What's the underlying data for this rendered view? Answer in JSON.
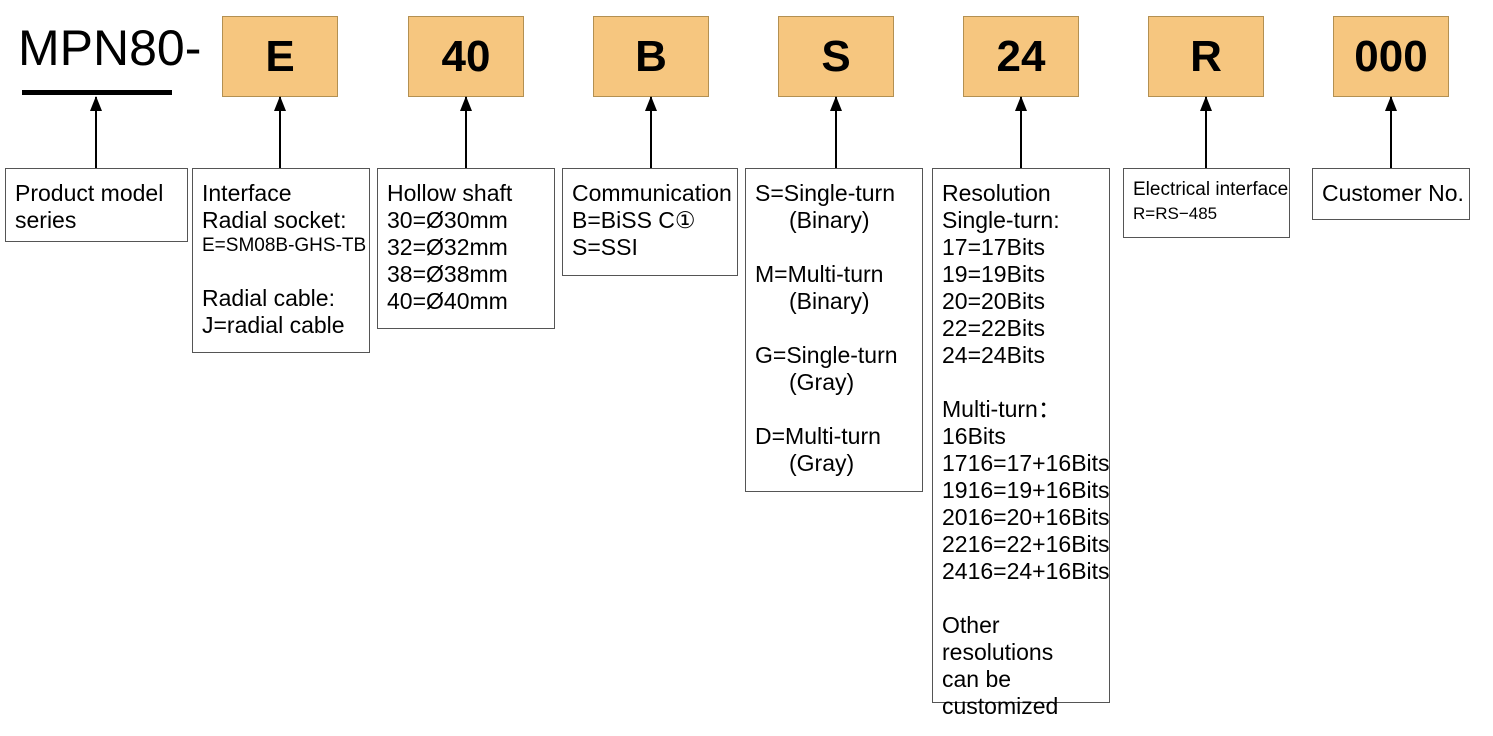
{
  "diagram": {
    "title_prefix": "MPN80-",
    "colors": {
      "code_box_fill": "#f6c67f",
      "code_box_border": "#b39052",
      "desc_box_border": "#555555",
      "text": "#000000"
    },
    "columns": [
      {
        "code": "MPN80-",
        "is_prefix": true,
        "desc_name": "product-model-series",
        "lines": [
          {
            "text": "Product model",
            "style": "normal"
          },
          {
            "text": "series",
            "style": "normal"
          }
        ]
      },
      {
        "code": "E",
        "desc_name": "interface",
        "lines": [
          {
            "text": "Interface",
            "style": "normal"
          },
          {
            "text": "Radial socket:",
            "style": "normal"
          },
          {
            "text": "E=SM08B-GHS-TB",
            "style": "sm"
          },
          {
            "text": "",
            "style": "blank"
          },
          {
            "text": "Radial cable:",
            "style": "normal"
          },
          {
            "text": "J=radial cable",
            "style": "normal"
          }
        ]
      },
      {
        "code": "40",
        "desc_name": "hollow-shaft",
        "lines": [
          {
            "text": "Hollow shaft",
            "style": "normal"
          },
          {
            "text": "30=Ø30mm",
            "style": "normal"
          },
          {
            "text": "32=Ø32mm",
            "style": "normal"
          },
          {
            "text": "38=Ø38mm",
            "style": "normal"
          },
          {
            "text": "40=Ø40mm",
            "style": "normal"
          }
        ]
      },
      {
        "code": "B",
        "desc_name": "communication",
        "lines": [
          {
            "text": "Communication",
            "style": "normal"
          },
          {
            "text": "B=BiSS C①",
            "style": "normal"
          },
          {
            "text": "S=SSI",
            "style": "normal"
          }
        ]
      },
      {
        "code": "S",
        "desc_name": "turn-type",
        "lines": [
          {
            "text": "S=Single-turn",
            "style": "normal"
          },
          {
            "text": "(Binary)",
            "style": "indent"
          },
          {
            "text": "",
            "style": "blank"
          },
          {
            "text": "M=Multi-turn",
            "style": "normal"
          },
          {
            "text": "(Binary)",
            "style": "indent"
          },
          {
            "text": "",
            "style": "blank"
          },
          {
            "text": "G=Single-turn",
            "style": "normal"
          },
          {
            "text": "(Gray)",
            "style": "indent"
          },
          {
            "text": "",
            "style": "blank"
          },
          {
            "text": "D=Multi-turn",
            "style": "normal"
          },
          {
            "text": "(Gray)",
            "style": "indent"
          }
        ]
      },
      {
        "code": "24",
        "desc_name": "resolution",
        "lines": [
          {
            "text": "Resolution",
            "style": "normal"
          },
          {
            "text": "Single-turn:",
            "style": "normal"
          },
          {
            "text": "17=17Bits",
            "style": "normal"
          },
          {
            "text": "19=19Bits",
            "style": "normal"
          },
          {
            "text": "20=20Bits",
            "style": "normal"
          },
          {
            "text": "22=22Bits",
            "style": "normal"
          },
          {
            "text": "24=24Bits",
            "style": "normal"
          },
          {
            "text": "",
            "style": "blank"
          },
          {
            "text": "Multi-turn：16Bits",
            "style": "normal"
          },
          {
            "text": "1716=17+16Bits",
            "style": "normal"
          },
          {
            "text": "1916=19+16Bits",
            "style": "normal"
          },
          {
            "text": "2016=20+16Bits",
            "style": "normal"
          },
          {
            "text": "2216=22+16Bits",
            "style": "normal"
          },
          {
            "text": "2416=24+16Bits",
            "style": "normal"
          },
          {
            "text": "",
            "style": "blank"
          },
          {
            "text": "Other",
            "style": "normal"
          },
          {
            "text": "resolutions",
            "style": "normal"
          },
          {
            "text": "can be",
            "style": "normal"
          },
          {
            "text": "customized",
            "style": "normal"
          }
        ]
      },
      {
        "code": "R",
        "desc_name": "electrical-interface",
        "lines": [
          {
            "text": "Electrical interface",
            "style": "sm"
          },
          {
            "text": "R=RS−485",
            "style": "xs"
          }
        ]
      },
      {
        "code": "000",
        "desc_name": "customer-no",
        "lines": [
          {
            "text": "Customer No.",
            "style": "normal"
          }
        ]
      }
    ]
  }
}
